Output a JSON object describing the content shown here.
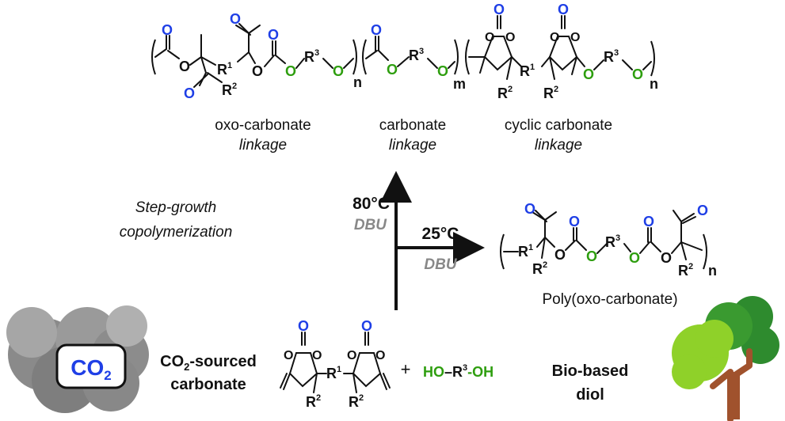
{
  "polymer_top": {
    "labels": {
      "oxo": "oxo-carbonate",
      "carb": "carbonate",
      "cyclic": "cyclic carbonate",
      "linkage": "linkage"
    },
    "subscripts": {
      "n1": "n",
      "m": "m",
      "n2": "n"
    },
    "atoms": {
      "O": "O",
      "R1": "R",
      "R2": "R",
      "R3": "R",
      "sup1": "1",
      "sup2": "2",
      "sup3": "3"
    }
  },
  "process": {
    "title_line1": "Step-growth",
    "title_line2": "copolymerization",
    "temp_high": "80°C",
    "temp_low": "25°C",
    "catalyst": "DBU"
  },
  "product": {
    "name": "Poly(oxo-carbonate)",
    "subscript": "n"
  },
  "reactants": {
    "co2_main": "CO",
    "co2_sub": "2",
    "carbonate_line1_a": "CO",
    "carbonate_line1_sub": "2",
    "carbonate_line1_b": "-sourced",
    "carbonate_line2": "carbonate",
    "plus": "+",
    "diol_ho": "HO",
    "diol_dash": "–",
    "diol_r": "R",
    "diol_sup": "3",
    "diol_oh": "-OH",
    "biobased_line1": "Bio-based",
    "biobased_line2": "diol"
  },
  "colors": {
    "carbonyl_oxygen": "#1f3fe6",
    "ester_oxygen": "#2e9e0f",
    "co2_cloud": "#9a9a9a",
    "tree_light": "#8fd129",
    "tree_dark": "#2e8b2e",
    "trunk": "#a0522d"
  }
}
